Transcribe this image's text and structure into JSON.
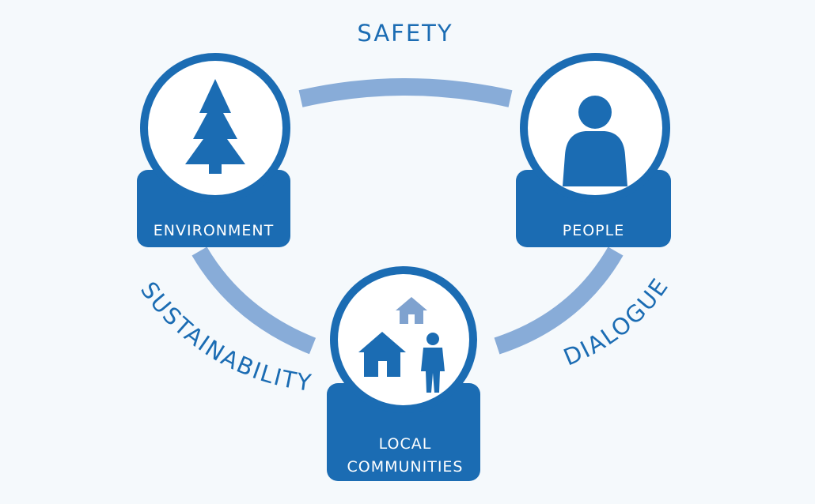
{
  "diagram": {
    "top_label": "SAFETY",
    "left_label": "SUSTAINABILITY",
    "right_label": "DIALOGUE",
    "nodes": {
      "environment": {
        "label": "ENVIRONMENT",
        "icon": "pine-tree-icon"
      },
      "people": {
        "label": "PEOPLE",
        "icon": "person-icon"
      },
      "communities": {
        "label_line1": "LOCAL",
        "label_line2": "COMMUNITIES",
        "icon": "houses-person-icon"
      }
    },
    "colors": {
      "primary": "#1b6cb3",
      "dark": "#145c9e",
      "connector": "#88acd8",
      "background": "#f5f9fc",
      "small_house": "#7fa2cf"
    }
  }
}
